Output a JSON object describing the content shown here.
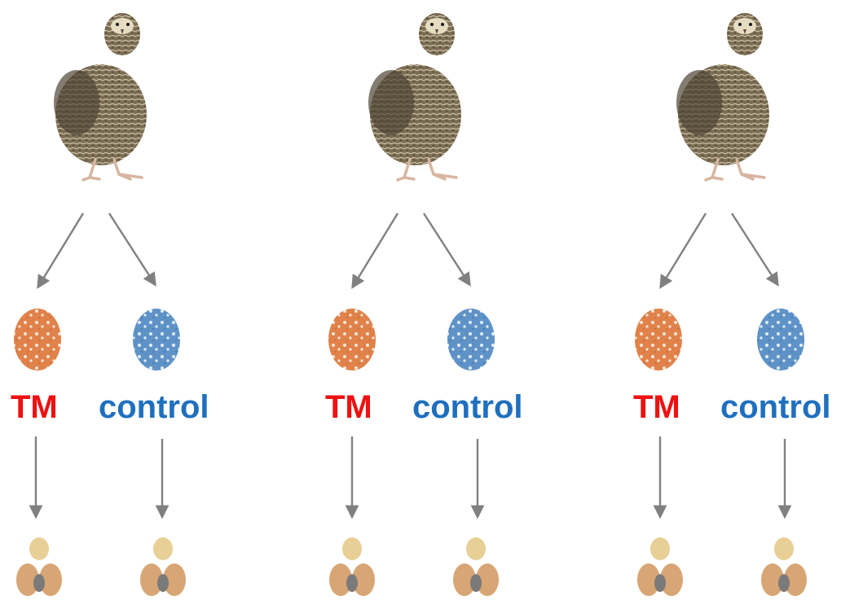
{
  "colors": {
    "tm": "#ee1111",
    "control": "#1f6fbf",
    "arrow": "#808080",
    "egg_tm": "#e0824a",
    "egg_control": "#5f93c8"
  },
  "groups": [
    {
      "labels": {
        "tm": "TM",
        "control": "control"
      }
    },
    {
      "labels": {
        "tm": "TM",
        "control": "control"
      }
    },
    {
      "labels": {
        "tm": "TM",
        "control": "control"
      }
    }
  ]
}
